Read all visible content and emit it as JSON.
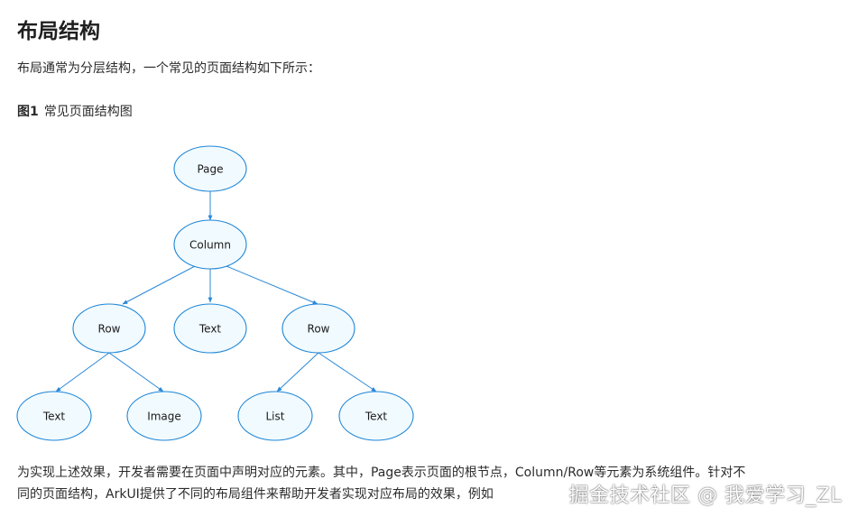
{
  "heading": "布局结构",
  "intro": "布局通常为分层结构，一个常见的页面结构如下所示：",
  "figure": {
    "label": "图1",
    "caption": "常见页面结构图"
  },
  "diagram": {
    "nodes": {
      "page": "Page",
      "column": "Column",
      "row_left": "Row",
      "text_mid": "Text",
      "row_right": "Row",
      "text_ll": "Text",
      "image": "Image",
      "list": "List",
      "text_rr": "Text"
    },
    "colors": {
      "stroke": "#1e86d6",
      "fill": "#f1faff"
    }
  },
  "body": {
    "line1": "为实现上述效果，开发者需要在页面中声明对应的元素。其中，Page表示页面的根节点，Column/Row等元素为系统组件。针对不",
    "line2": "同的页面结构，ArkUI提供了不同的布局组件来帮助开发者实现对应布局的效果，例如"
  },
  "watermark": "掘金技术社区 @ 我爱学习_ZL"
}
